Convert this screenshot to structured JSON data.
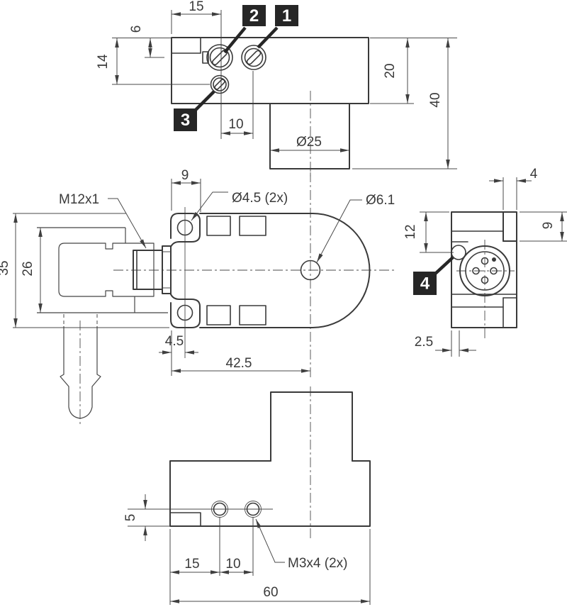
{
  "colors": {
    "background": "#ffffff",
    "line": "#3a3a3a",
    "thin_line": "#4a4a4a",
    "callout_bg": "#262626",
    "callout_text": "#ffffff"
  },
  "callouts": {
    "c1": "1",
    "c2": "2",
    "c3": "3",
    "c4": "4"
  },
  "top_view": {
    "dim_15": "15",
    "dim_6": "6",
    "dim_14": "14",
    "dim_10": "10",
    "dim_dia25": "Ø25",
    "dim_20": "20",
    "dim_40": "40"
  },
  "plan_view": {
    "dim_9": "9",
    "label_m12": "M12x1",
    "label_dia45": "Ø4.5 (2x)",
    "label_dia61": "Ø6.1",
    "dim_35": "35",
    "dim_26": "26",
    "dim_4_5": "4.5",
    "dim_42_5": "42.5"
  },
  "side_view": {
    "dim_4": "4",
    "dim_12": "12",
    "dim_9": "9",
    "dim_2_5": "2.5"
  },
  "bottom_view": {
    "dim_5": "5",
    "dim_15": "15",
    "dim_10": "10",
    "label_m3": "M3x4 (2x)",
    "dim_60": "60"
  }
}
